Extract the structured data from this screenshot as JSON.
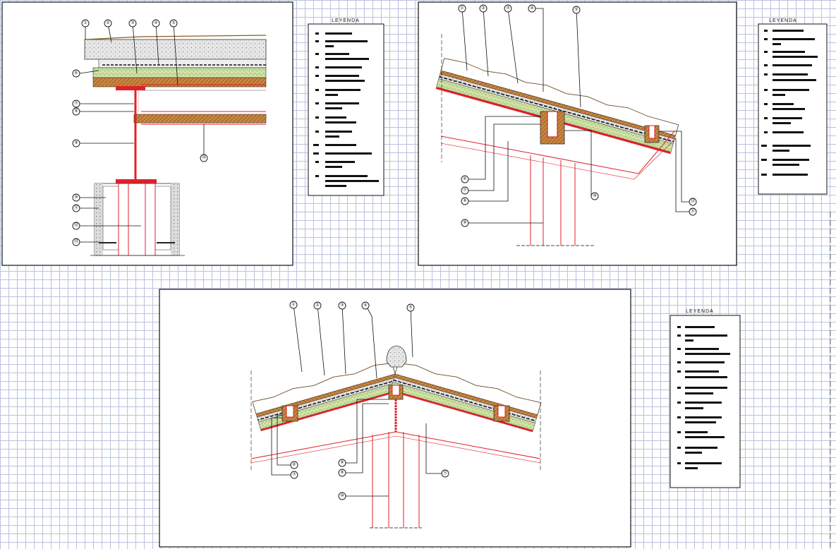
{
  "legends": [
    {
      "title": "LEYENDA"
    },
    {
      "title": "LEYENDA"
    },
    {
      "title": "LEYENDA"
    }
  ],
  "callouts": {
    "detail_a": [
      "①",
      "②",
      "③",
      "④",
      "⑤",
      "⑥",
      "⑦",
      "⑧",
      "⑨",
      "⑩",
      "⑪",
      "⑫",
      "⑬",
      "⑭"
    ],
    "detail_b": [
      "①",
      "②",
      "③",
      "④",
      "⑤",
      "⑥",
      "⑦",
      "⑧",
      "⑨",
      "⑩",
      "⑪",
      "⑫"
    ],
    "detail_c": [
      "①",
      "②",
      "③",
      "④",
      "⑤",
      "⑥",
      "⑦",
      "⑧",
      "⑨",
      "⑩",
      "⑪"
    ]
  },
  "colors": {
    "grid": "#b9c3de",
    "section_red": "#e0202a",
    "timber": "#b06a2a",
    "insulation": "#c8dca0",
    "concrete": "#d8d8d8"
  }
}
